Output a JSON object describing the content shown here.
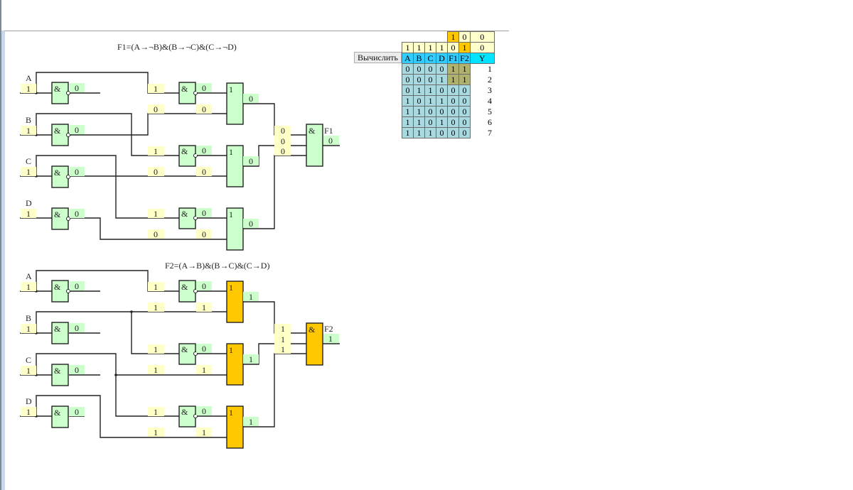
{
  "button": {
    "calculate_label": "Вычислить"
  },
  "circuit_f1": {
    "title": "F1=(A→¬B)&(B→¬C)&(C→¬D)",
    "inputs": [
      {
        "label": "A",
        "value": "1",
        "not_out": "0"
      },
      {
        "label": "B",
        "value": "1",
        "not_out": "0"
      },
      {
        "label": "C",
        "value": "1",
        "not_out": "0"
      },
      {
        "label": "D",
        "value": "1",
        "not_out": "0"
      }
    ],
    "blocks": [
      {
        "in_top": "1",
        "nand_out": "0",
        "in_bottom": "0",
        "in_bottom2": "0",
        "or_out": "0",
        "or_label": "1"
      },
      {
        "in_top": "1",
        "nand_out": "0",
        "in_bottom": "0",
        "in_bottom2": "0",
        "or_out": "0",
        "or_label": "1"
      },
      {
        "in_top": "1",
        "nand_out": "0",
        "in_bottom": "0",
        "in_bottom2": "0",
        "or_out": "0",
        "or_label": "1"
      }
    ],
    "and_inputs": [
      "0",
      "0",
      "0"
    ],
    "and_label": "&",
    "output_label": "F1",
    "output_value": "0",
    "gate_label_and": "&"
  },
  "circuit_f2": {
    "title": "F2=(A→B)&(B→C)&(C→D)",
    "inputs": [
      {
        "label": "A",
        "value": "1",
        "not_out": "0"
      },
      {
        "label": "B",
        "value": "1",
        "not_out": "0"
      },
      {
        "label": "C",
        "value": "1",
        "not_out": "0"
      },
      {
        "label": "D",
        "value": "1",
        "not_out": "0"
      }
    ],
    "blocks": [
      {
        "in_top": "1",
        "nand_out": "0",
        "in_bottom": "1",
        "in_bottom2": "1",
        "or_out": "1",
        "or_label": "1"
      },
      {
        "in_top": "1",
        "nand_out": "0",
        "in_bottom": "1",
        "in_bottom2": "1",
        "or_out": "1",
        "or_label": "1"
      },
      {
        "in_top": "1",
        "nand_out": "0",
        "in_bottom": "1",
        "in_bottom2": "1",
        "or_out": "1",
        "or_label": "1"
      }
    ],
    "and_inputs": [
      "1",
      "1",
      "1"
    ],
    "and_label": "&",
    "output_label": "F2",
    "output_value": "1",
    "gate_label_and": "&"
  },
  "truth_table": {
    "top_row": [
      "1",
      "0",
      "0"
    ],
    "current_row": [
      "1",
      "1",
      "1",
      "1",
      "0",
      "1",
      "0"
    ],
    "headers": [
      "A",
      "B",
      "C",
      "D",
      "F1",
      "F2",
      "Y"
    ],
    "rows": [
      {
        "cells": [
          "0",
          "0",
          "0",
          "0",
          "1",
          "1"
        ],
        "index": "1"
      },
      {
        "cells": [
          "0",
          "0",
          "0",
          "1",
          "1",
          "1"
        ],
        "index": "2"
      },
      {
        "cells": [
          "0",
          "1",
          "1",
          "0",
          "0",
          "0"
        ],
        "index": "3"
      },
      {
        "cells": [
          "1",
          "0",
          "1",
          "1",
          "0",
          "0"
        ],
        "index": "4"
      },
      {
        "cells": [
          "1",
          "1",
          "0",
          "0",
          "0",
          "0"
        ],
        "index": "5"
      },
      {
        "cells": [
          "1",
          "1",
          "0",
          "1",
          "0",
          "0"
        ],
        "index": "6"
      },
      {
        "cells": [
          "1",
          "1",
          "1",
          "0",
          "0",
          "0"
        ],
        "index": "7"
      }
    ]
  }
}
